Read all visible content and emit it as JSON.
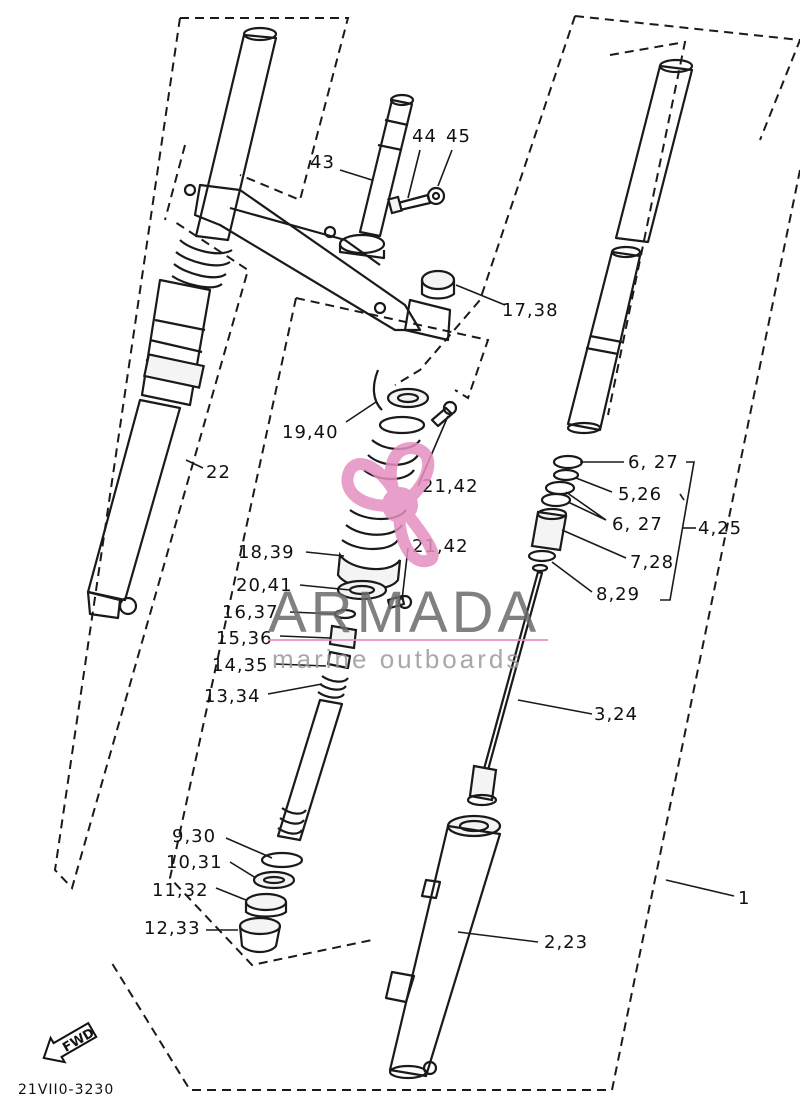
{
  "labels": {
    "p43": "43",
    "p44": "44",
    "p45": "45",
    "p17_38": "17,38",
    "p22": "22",
    "p19_40": "19,40",
    "p21_42a": "21,42",
    "p21_42b": "21,42",
    "p18_39": "18,39",
    "p20_41": "20,41",
    "p16_37": "16,37",
    "p15_36": "15,36",
    "p14_35": "14,35",
    "p13_34": "13,34",
    "p6_27a": "6, 27",
    "p5_26": "5,26",
    "p6_27b": "6, 27",
    "p4_25": "4,25",
    "p7_28": "7,28",
    "p8_29": "8,29",
    "p3_24": "3,24",
    "p9_30": "9,30",
    "p10_31": "10,31",
    "p11_32": "11,32",
    "p12_33": "12,33",
    "p2_23": "2,23",
    "p1": "1"
  },
  "fwd_arrow": {
    "label": "FWD",
    "icon": "fwd-arrow-icon"
  },
  "drawing_code": "21VII0-3230",
  "watermark": {
    "brand": "ARMADA",
    "tagline": "marine outboards",
    "logo_icon": "propeller-logo-icon",
    "logo_color": "#e58fc0"
  }
}
